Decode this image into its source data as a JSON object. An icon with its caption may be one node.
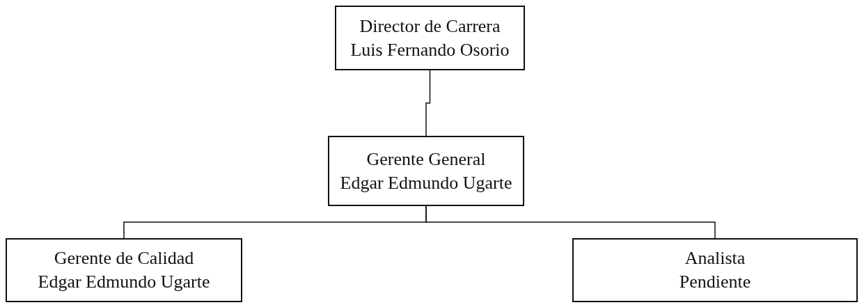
{
  "diagram": {
    "nodes": [
      {
        "text": [
          "Director de Carrera",
          "Luis Fernando Osorio"
        ]
      },
      {
        "text": [
          "Gerente General",
          "Edgar Edmundo Ugarte"
        ]
      },
      {
        "text": [
          "Gerente de Calidad",
          "Edgar Edmundo Ugarte"
        ]
      },
      {
        "text": [
          "Analista",
          "Pendiente"
        ]
      }
    ],
    "edges": [
      {
        "from": 0,
        "to": 1,
        "arrow": "none"
      },
      {
        "from": 1,
        "to": 2,
        "arrow": "none"
      },
      {
        "from": 1,
        "to": 3,
        "arrow": "none"
      }
    ]
  }
}
